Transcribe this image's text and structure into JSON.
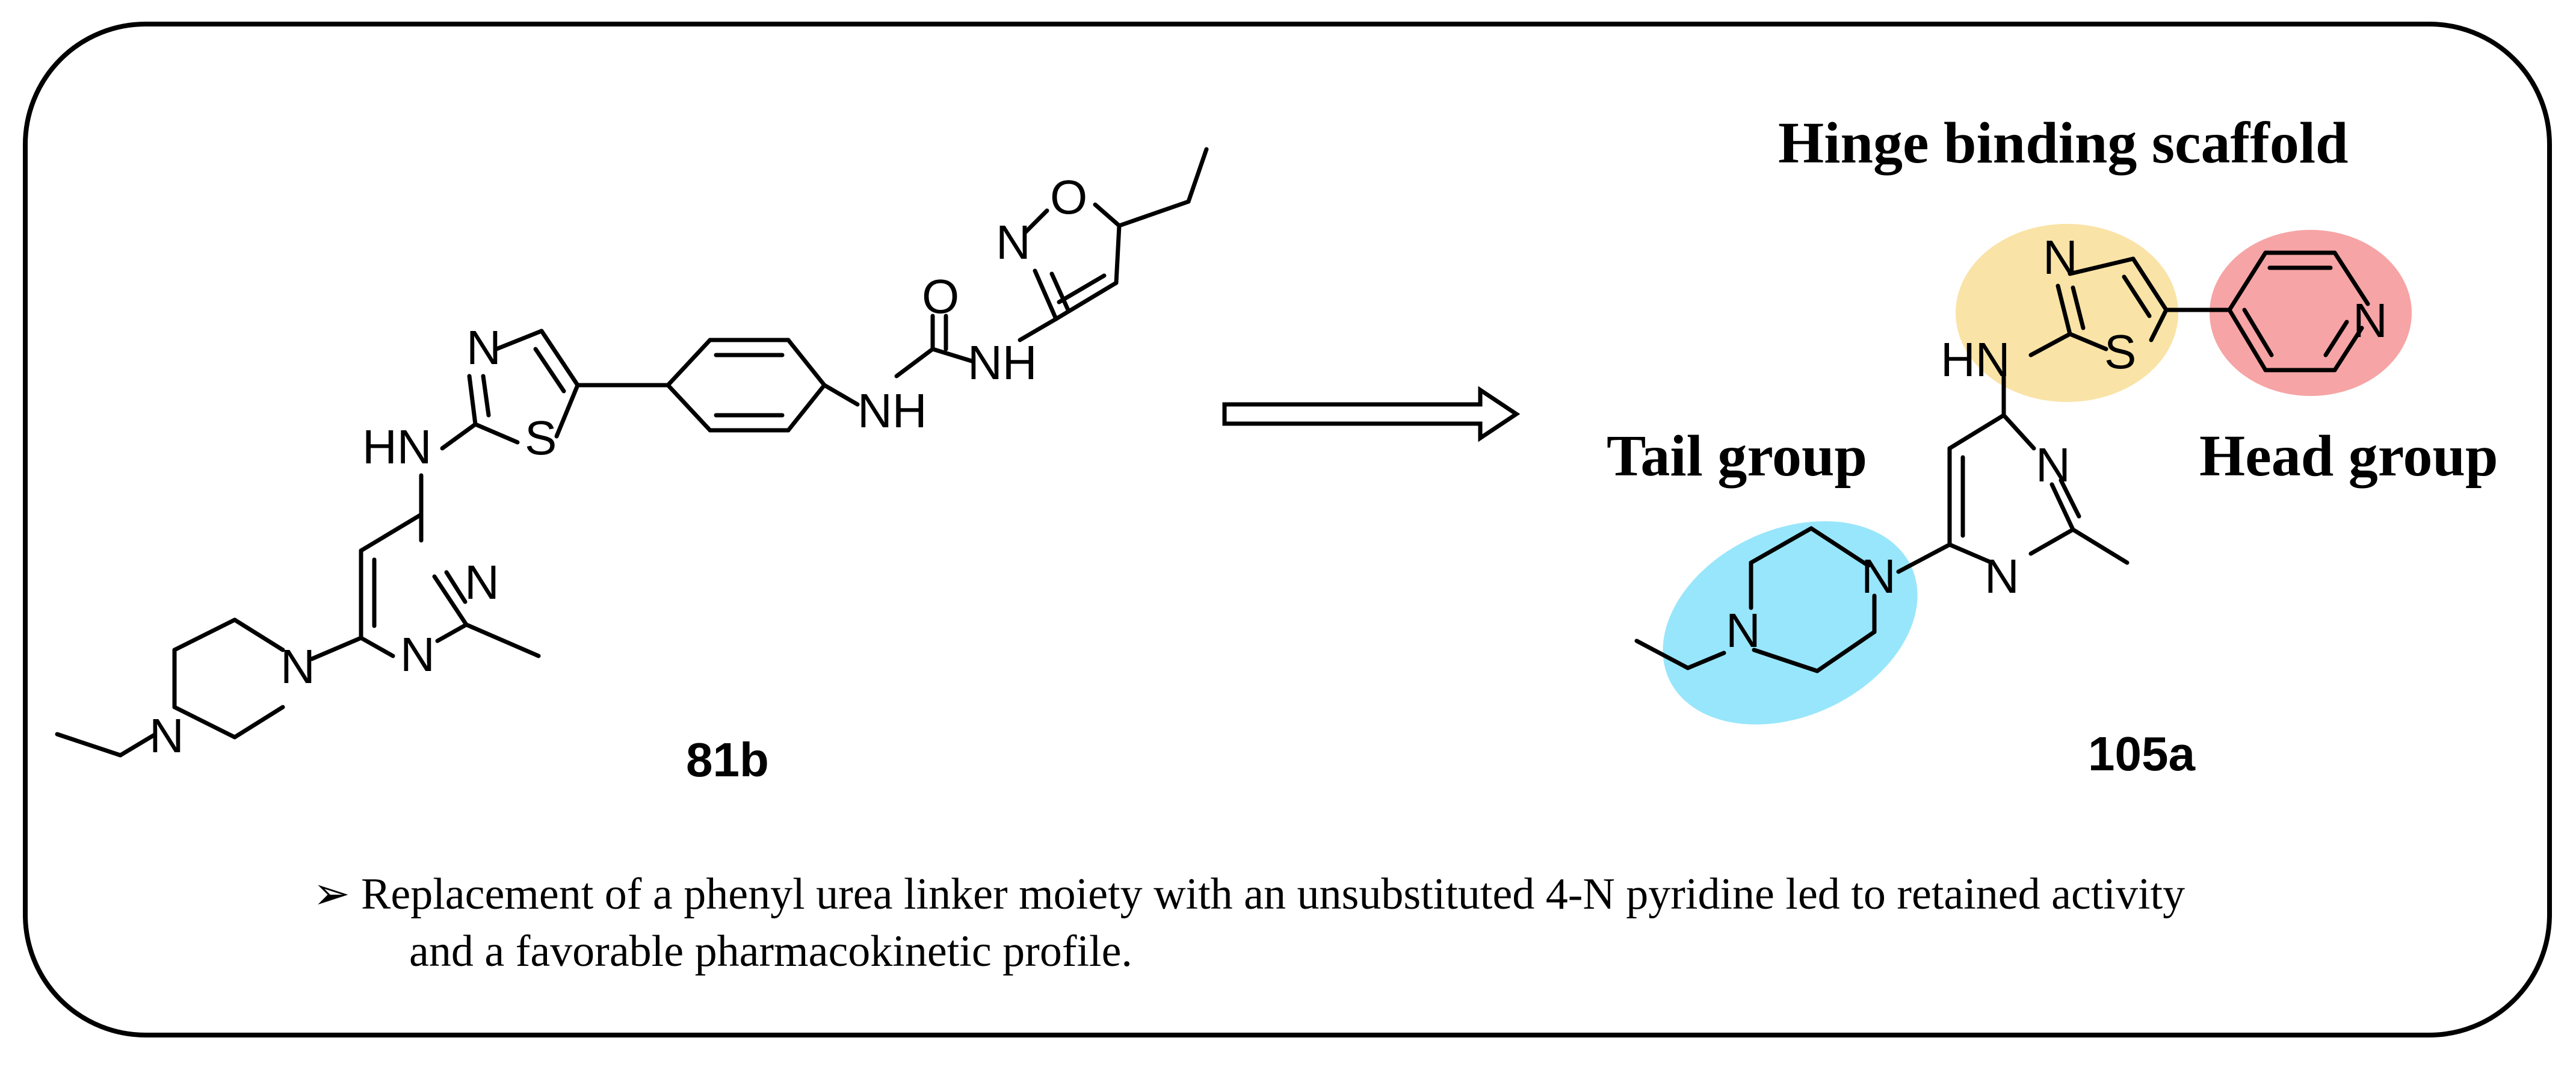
{
  "compounds": {
    "left": {
      "label": "81b"
    },
    "right": {
      "label": "105a"
    }
  },
  "region_labels": {
    "hinge": "Hinge binding scaffold",
    "tail": "Tail group",
    "head": "Head group"
  },
  "region_colors": {
    "hinge": "#f9e3a6",
    "tail": "#98e6fb",
    "head": "#f6a4a5"
  },
  "atoms": {
    "N": "N",
    "O": "O",
    "S": "S",
    "HN": "HN",
    "NH": "NH"
  },
  "note": {
    "bullet": "➢",
    "line1": "Replacement of a phenyl urea linker moiety with an unsubstituted 4-N pyridine led to retained activity",
    "line2": "and a favorable pharmacokinetic profile."
  }
}
